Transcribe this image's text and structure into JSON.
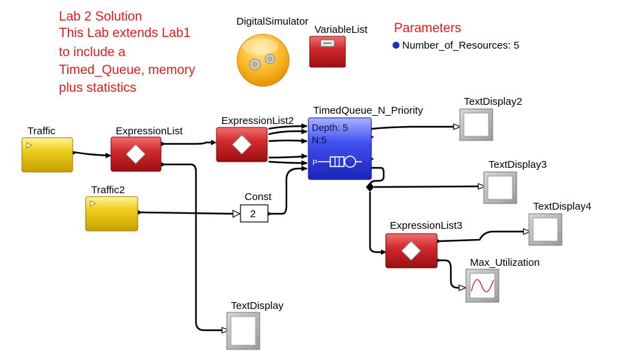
{
  "annotation": {
    "lines": [
      "Lab 2 Solution",
      "This Lab extends Lab1",
      "to include a",
      "Timed_Queue, memory",
      "plus statistics"
    ]
  },
  "colors": {
    "annotation": "#e21a1a",
    "generator": "#e8c010",
    "expression": "#c81e22",
    "queue": "#2e3fe0",
    "wire": "#000000"
  },
  "blocks": {
    "digital_simulator": "DigitalSimulator",
    "variable_list": "VariableList",
    "traffic": "Traffic",
    "traffic2": "Traffic2",
    "expression_list": "ExpressionList",
    "expression_list2": "ExpressionList2",
    "expression_list3": "ExpressionList3",
    "timed_queue": "TimedQueue_N_Priority",
    "const": "Const",
    "text_display": "TextDisplay",
    "text_display2": "TextDisplay2",
    "text_display3": "TextDisplay3",
    "text_display4": "TextDisplay4",
    "max_utilization": "Max_Utilization"
  },
  "const_value": "2",
  "queue_status": {
    "depth": "Depth: 5",
    "n": "N:5",
    "port_p": "P"
  },
  "parameters": {
    "title": "Parameters",
    "items": [
      "Number_of_Resources: 5"
    ]
  },
  "icons": {
    "simulator": "gears-icon",
    "variable_list": "list-icon",
    "generator": "play-icon",
    "expression": "diamond-icon",
    "queue": "queue-server-icon",
    "display": "screen-icon",
    "plot": "sine-wave-icon"
  }
}
